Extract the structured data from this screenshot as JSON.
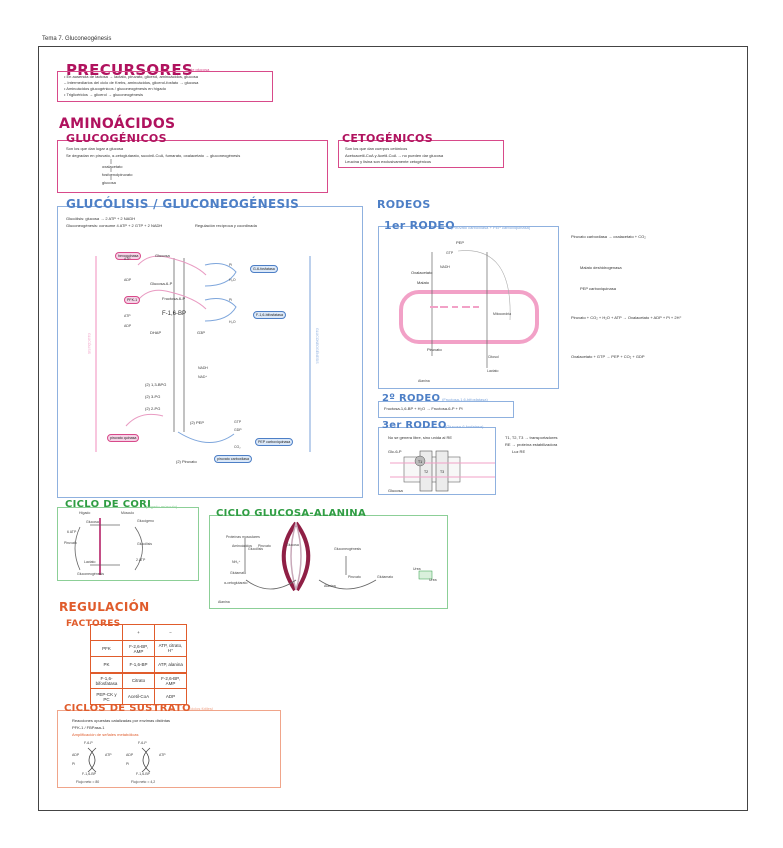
{
  "document": {
    "header": "Tema 7. Gluconeogénesis"
  },
  "precursores": {
    "title": "PRECURSORES",
    "subtitle": "de glucosa",
    "lines": [
      "• En ausencia de lactosa → lactato, piruvato, glicerol, aminoácidos, glucosa",
      "– Intermediarios del ciclo de Krebs, aminoácidos, glicerol-fosfato → glucosa",
      "• Aminoácidos glucogénicos / gluconeogénesis en hígado",
      "• Triglicéridos → glicerol → gluconeogénesis"
    ]
  },
  "aminoacidos": {
    "title": "AMINOÁCIDOS",
    "glucogenicos": {
      "title": "GLUCOGÉNICOS",
      "lines": [
        "Son los que dan lugar a glucosa",
        "Se degradan en piruvato, α-cetoglutarato, succinil-CoA, fumarato, oxalacetato → gluconeogénesis",
        "oxalacetato",
        "fosfoenolpiruvato",
        "glucosa"
      ]
    },
    "cetogenicos": {
      "title": "CETOGÉNICOS",
      "lines": [
        "Son los que dan cuerpos cetónicos",
        "Acetoacetil-CoA y Acetil-CoA → no pueden dar glucosa",
        "Leucina y lisina son exclusivamente cetogénicos"
      ]
    }
  },
  "glucolisis": {
    "title": "GLUCÓLISIS / GLUCONEOGÉNESIS",
    "intro": [
      "Glucólisis: glucosa → 2 ATP + 2 NADH",
      "Gluconeogénesis: consume 4 ATP + 2 GTP + 2 NADH",
      "Regulación recíproca y coordinada"
    ],
    "left_label": "GLUCÓLISIS",
    "right_label": "GLUCONEOGÉNESIS",
    "steps": [
      "Glucosa",
      "Glucosa-6-P",
      "Fructosa-6-P",
      "F-1,6-BP",
      "DHAP",
      "G3P",
      "(2) 1,3-BPG",
      "(2) 3-PG",
      "(2) 2-PG",
      "(2) PEP",
      "(2) Piruvato"
    ],
    "enzymes": {
      "hexokinase": "hexoquinasa",
      "g6pase": "G-6-fosfatasa",
      "pfk": "PFK-1",
      "fbpase": "F-1,6-bifosfatasa",
      "pk": "piruvato quinasa",
      "pc": "piruvato carboxilasa",
      "pepck": "PEP carboxiquinasa"
    },
    "cofactors": {
      "atp": "ATP",
      "adp": "ADP",
      "pi": "Pi",
      "h2o": "H₂O",
      "gtp": "GTP",
      "gdp": "GDP",
      "nad": "NAD⁺",
      "nadh": "NADH",
      "co2": "CO₂"
    }
  },
  "rodeos": {
    "title": "RODEOS",
    "r1": {
      "title": "1er RODEO",
      "subtitle": "(Piruvato carboxilasa + PEP carboxiquinasa)",
      "labels": [
        "PEP",
        "GTP",
        "Oxalacetato",
        "Malato",
        "NADH",
        "Piruvato",
        "Mitocondria",
        "Citosol",
        "Lactato",
        "Alanina"
      ],
      "notes": [
        "Piruvato carboxilasa → oxalacetato + CO₂",
        "Malato deshidrogenasa",
        "PEP carboxiquinasa",
        "Piruvato + CO₂ + H₂O + ATP → Oxalacetato + ADP + Pi + 2H⁺",
        "Oxalacetato + GTP → PEP + CO₂ + GDP"
      ]
    },
    "r2": {
      "title": "2º RODEO",
      "subtitle": "(Fructosa-1,6-bifosfatasa)",
      "line": "Fructosa-1,6-BP + H₂O → Fructosa-6-P + Pi"
    },
    "r3": {
      "title": "3er RODEO",
      "subtitle": "(Glucosa-6-fosfatasa)",
      "lines": [
        "No se genera libre, sino unida al RE",
        "Glc-6-P",
        "Glucosa",
        "T1, T2, T3 → transportadores",
        "RE → proteína estabilizadora",
        "Luz RE"
      ]
    }
  },
  "cori": {
    "title": "CICLO DE CORI",
    "subtitle": "(hígado-músculo)",
    "labels": [
      "Hígado",
      "Músculo",
      "Glucosa",
      "Lactato",
      "Piruvato",
      "Glucógeno",
      "Gluconeogénesis",
      "Glucólisis",
      "6 ATP",
      "2 ATP"
    ]
  },
  "glucosa_alanina": {
    "title": "CICLO GLUCOSA-ALANINA",
    "labels": [
      "Proteínas musculares",
      "Aminoácidos",
      "NH₄⁺",
      "Glutamato",
      "α-cetoglutarato",
      "Alanina",
      "Piruvato",
      "Glucosa",
      "Urea",
      "Gluconeogénesis",
      "Glucólisis",
      "Piruvato",
      "Alanina",
      "Glutamato",
      "Urea"
    ]
  },
  "regulacion": {
    "title": "REGULACIÓN",
    "factores_title": "FACTORES",
    "table_header": [
      "",
      "+",
      "−"
    ],
    "rows": [
      [
        "PFK",
        "F-2,6-BP, AMP",
        "ATP, citrato, H⁺"
      ],
      [
        "PK",
        "F-1,6-BP",
        "ATP, alanina"
      ],
      [
        "F-1,6-bifosfatasa",
        "Citrato",
        "F-2,6-BP, AMP"
      ],
      [
        "PEP-CK y PC",
        "Acetil-CoA",
        "ADP"
      ]
    ]
  },
  "ciclos_sustrato": {
    "title": "CICLOS DE SUSTRATO",
    "subtitle": "(ciclos fútiles)",
    "lines": [
      "Reacciones opuestas catalizadas por enzimas distintas",
      "PFK-1 / FBPasa-1",
      "Amplificación de señales metabólicas",
      "F-6-P",
      "F-1,6-BP",
      "ATP",
      "ADP",
      "Pi",
      "Flujo neto = 80",
      "Flujo neto = 4,2"
    ]
  }
}
